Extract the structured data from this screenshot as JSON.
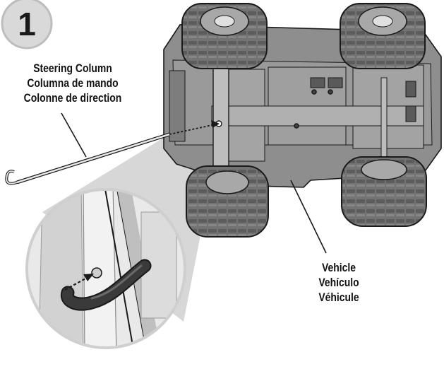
{
  "step": {
    "number": "1"
  },
  "steering_label": {
    "english": "Steering Column",
    "spanish": "Columna de mando",
    "french": "Colonne de direction"
  },
  "vehicle_label": {
    "english": "Vehicle",
    "spanish": "Vehículo",
    "french": "Véhicule"
  },
  "colors": {
    "body_gray": "#8e8e8e",
    "tire_gray": "#6f6f6f",
    "outline": "#1a1a1a",
    "badge_fill": "#d9d9d9",
    "magnifier_fill": "#e6e6e6",
    "handle_dark": "#2e2e2e"
  }
}
